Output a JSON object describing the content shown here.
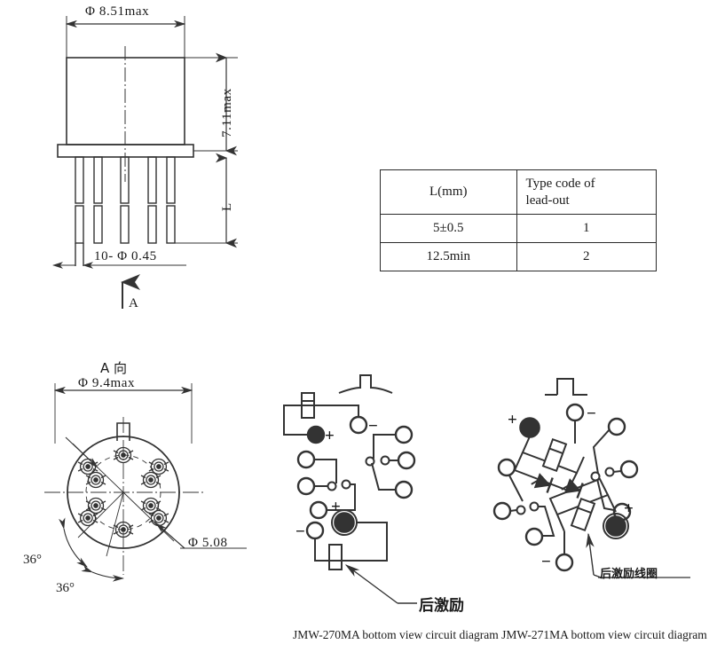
{
  "drawing": {
    "title": "JMW-270MA / JMW-271MA relay outline and circuit drawing",
    "line_color": "#333333",
    "background": "#ffffff"
  },
  "side_view": {
    "dim_width": "Φ 8.51max",
    "dim_height": "7.11max",
    "dim_lead": "L",
    "dim_pin": "10- Φ 0.45",
    "view_arrow_label": "A"
  },
  "lead_table": {
    "headers": [
      "L(mm)",
      "Type code of\nlead-out"
    ],
    "header_col1": "L(mm)",
    "header_col2_line1": "Type code of",
    "header_col2_line2": "lead-out",
    "rows": [
      {
        "length": "5±0.5",
        "code": "1"
      },
      {
        "length": "12.5min",
        "code": "2"
      }
    ]
  },
  "bottom_view": {
    "title": "A 向",
    "dim_diameter": "Φ 9.4max",
    "dim_pin_circle": "Φ 5.08",
    "angle_1": "36°",
    "angle_2": "36°",
    "pin_count": 10
  },
  "circuit_270": {
    "label_plus_top": "+",
    "label_minus_top": "−",
    "label_plus_bottom": "+",
    "label_minus_bottom": "−",
    "coil_note": "后激励"
  },
  "circuit_271": {
    "label_plus_top": "+",
    "label_minus_top": "−",
    "label_plus_bottom": "+",
    "label_minus_bottom": "−",
    "coil_note": "后激励线圈"
  },
  "caption": {
    "text": "JMW-270MA bottom view circuit diagram JMW-271MA bottom view circuit diagram"
  }
}
